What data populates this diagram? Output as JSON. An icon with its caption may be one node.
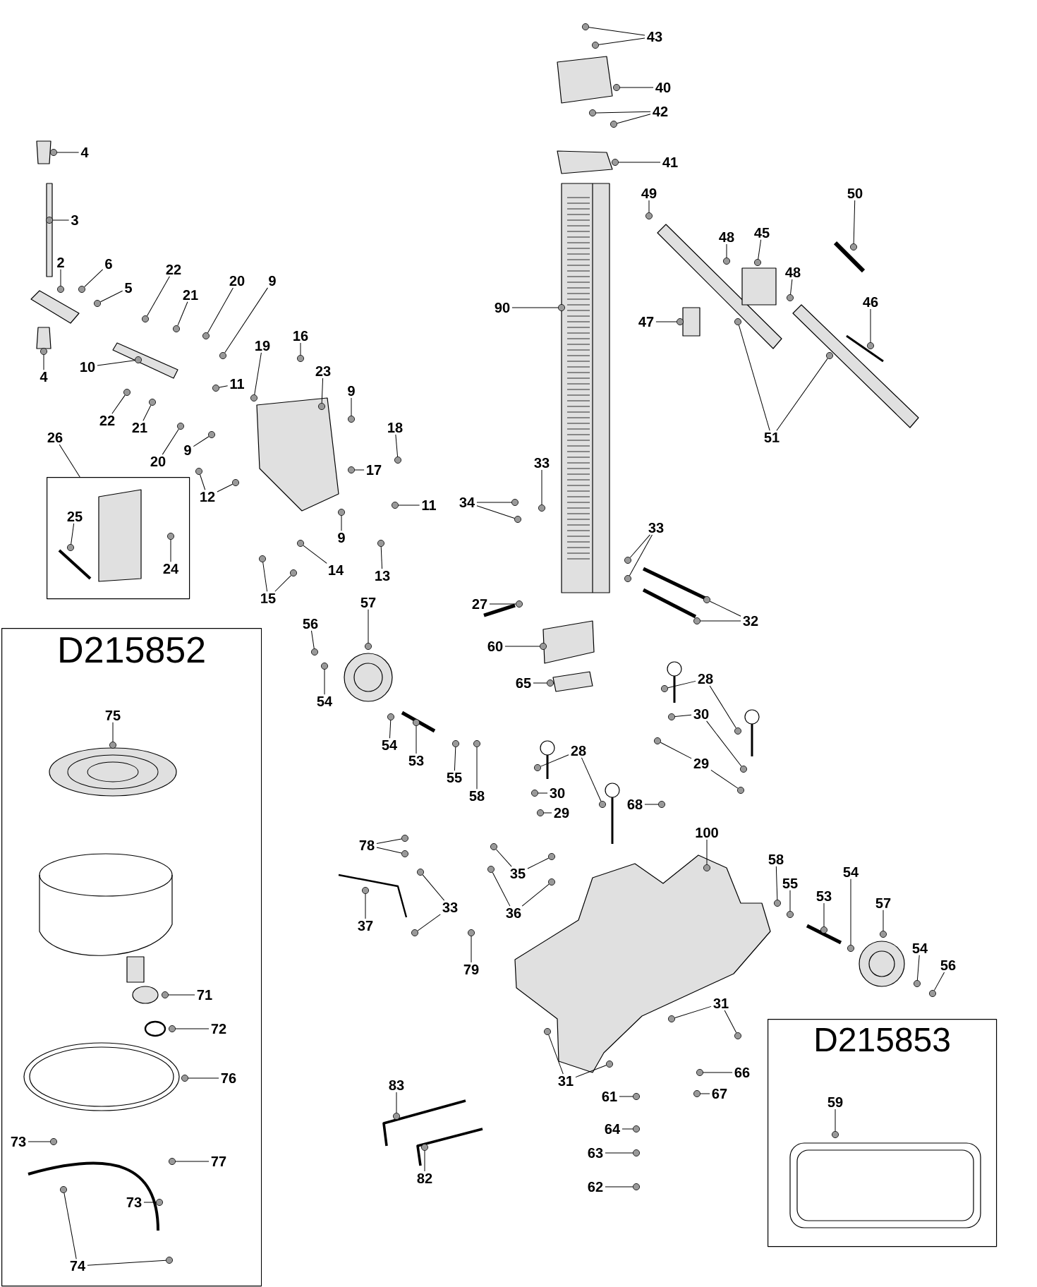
{
  "diagram": {
    "nodes": [
      {
        "text": [
          "D215852"
        ]
      },
      {
        "text": [
          "D215853"
        ]
      },
      {
        "text": [],
        "shape": "box"
      },
      {
        "text": [
          "4"
        ]
      },
      {
        "text": [
          "3"
        ]
      },
      {
        "text": [
          "2"
        ]
      },
      {
        "text": [
          "6"
        ]
      },
      {
        "text": [
          "5"
        ]
      },
      {
        "text": [
          "4"
        ]
      },
      {
        "text": [
          "22"
        ]
      },
      {
        "text": [
          "21"
        ]
      },
      {
        "text": [
          "20"
        ]
      },
      {
        "text": [
          "9"
        ]
      },
      {
        "text": [
          "10"
        ]
      },
      {
        "text": [
          "19"
        ]
      },
      {
        "text": [
          "16"
        ]
      },
      {
        "text": [
          "23"
        ]
      },
      {
        "text": [
          "11"
        ]
      },
      {
        "text": [
          "22"
        ]
      },
      {
        "text": [
          "21"
        ]
      },
      {
        "text": [
          "20"
        ]
      },
      {
        "text": [
          "9"
        ]
      },
      {
        "text": [
          "9"
        ]
      },
      {
        "text": [
          "18"
        ]
      },
      {
        "text": [
          "17"
        ]
      },
      {
        "text": [
          "11"
        ]
      },
      {
        "text": [
          "9"
        ]
      },
      {
        "text": [
          "12"
        ]
      },
      {
        "text": [
          "26"
        ]
      },
      {
        "text": [
          "25"
        ],
        "in": 2
      },
      {
        "text": [
          "24"
        ],
        "in": 2
      },
      {
        "text": [
          "14"
        ]
      },
      {
        "text": [
          "13"
        ]
      },
      {
        "text": [
          "15"
        ]
      },
      {
        "text": [
          "34"
        ]
      },
      {
        "text": [
          "33"
        ]
      },
      {
        "text": [
          "27"
        ]
      },
      {
        "text": [
          "90"
        ]
      },
      {
        "text": [
          "43"
        ]
      },
      {
        "text": [
          "40"
        ]
      },
      {
        "text": [
          "42"
        ]
      },
      {
        "text": [
          "41"
        ]
      },
      {
        "text": [
          "49"
        ]
      },
      {
        "text": [
          "50"
        ]
      },
      {
        "text": [
          "48"
        ]
      },
      {
        "text": [
          "45"
        ]
      },
      {
        "text": [
          "48"
        ]
      },
      {
        "text": [
          "46"
        ]
      },
      {
        "text": [
          "47"
        ]
      },
      {
        "text": [
          "51"
        ]
      },
      {
        "text": [
          "33"
        ]
      },
      {
        "text": [
          "32"
        ]
      },
      {
        "text": [
          "57"
        ]
      },
      {
        "text": [
          "56"
        ]
      },
      {
        "text": [
          "54"
        ]
      },
      {
        "text": [
          "54"
        ]
      },
      {
        "text": [
          "53"
        ]
      },
      {
        "text": [
          "55"
        ]
      },
      {
        "text": [
          "58"
        ]
      },
      {
        "text": [
          "60"
        ]
      },
      {
        "text": [
          "65"
        ]
      },
      {
        "text": [
          "28"
        ]
      },
      {
        "text": [
          "30"
        ]
      },
      {
        "text": [
          "29"
        ]
      },
      {
        "text": [
          "28"
        ]
      },
      {
        "text": [
          "30"
        ]
      },
      {
        "text": [
          "29"
        ]
      },
      {
        "text": [
          "68"
        ]
      },
      {
        "text": [
          "100"
        ]
      },
      {
        "text": [
          "78"
        ]
      },
      {
        "text": [
          "35"
        ]
      },
      {
        "text": [
          "36"
        ]
      },
      {
        "text": [
          "33"
        ]
      },
      {
        "text": [
          "37"
        ]
      },
      {
        "text": [
          "79"
        ]
      },
      {
        "text": [
          "58"
        ]
      },
      {
        "text": [
          "55"
        ]
      },
      {
        "text": [
          "53"
        ]
      },
      {
        "text": [
          "54"
        ]
      },
      {
        "text": [
          "57"
        ]
      },
      {
        "text": [
          "54"
        ]
      },
      {
        "text": [
          "56"
        ]
      },
      {
        "text": [
          "31"
        ]
      },
      {
        "text": [
          "31"
        ]
      },
      {
        "text": [
          "66"
        ]
      },
      {
        "text": [
          "67"
        ]
      },
      {
        "text": [
          "61"
        ]
      },
      {
        "text": [
          "64"
        ]
      },
      {
        "text": [
          "63"
        ]
      },
      {
        "text": [
          "62"
        ]
      },
      {
        "text": [
          "83"
        ]
      },
      {
        "text": [
          "82"
        ]
      },
      {
        "text": [
          "59"
        ],
        "in": 1
      },
      {
        "text": [
          "75"
        ],
        "in": 0
      },
      {
        "text": [
          "71"
        ],
        "in": 0
      },
      {
        "text": [
          "72"
        ],
        "in": 0
      },
      {
        "text": [
          "76"
        ],
        "in": 0
      },
      {
        "text": [
          "73"
        ],
        "in": 0
      },
      {
        "text": [
          "77"
        ],
        "in": 0
      },
      {
        "text": [
          "73"
        ],
        "in": 0
      },
      {
        "text": [
          "74"
        ],
        "in": 0
      },
      {
        "text": [],
        "shape": "circle"
      },
      {
        "text": [],
        "shape": "circle"
      },
      {
        "text": [],
        "shape": "circle"
      },
      {
        "text": [],
        "shape": "circle"
      },
      {
        "text": [],
        "shape": "circle"
      },
      {
        "text": [],
        "shape": "circle"
      },
      {
        "text": [],
        "shape": "circle"
      },
      {
        "text": [],
        "shape": "circle"
      },
      {
        "text": [],
        "shape": "circle"
      },
      {
        "text": [],
        "shape": "circle"
      },
      {
        "text": [],
        "shape": "circle"
      },
      {
        "text": [],
        "shape": "circle"
      },
      {
        "text": [],
        "shape": "circle"
      },
      {
        "text": [],
        "shape": "circle"
      },
      {
        "text": [],
        "shape": "circle"
      },
      {
        "text": [],
        "shape": "circle"
      },
      {
        "text": [],
        "shape": "circle"
      },
      {
        "text": [],
        "shape": "circle"
      },
      {
        "text": [],
        "shape": "circle"
      },
      {
        "text": [],
        "shape": "circle"
      },
      {
        "text": [],
        "shape": "circle"
      },
      {
        "text": [],
        "shape": "circle"
      },
      {
        "text": [],
        "shape": "circle"
      },
      {
        "text": [],
        "shape": "circle"
      },
      {
        "text": [],
        "shape": "circle"
      },
      {
        "text": [],
        "shape": "circle"
      },
      {
        "text": [],
        "shape": "circle",
        "in": 2
      },
      {
        "text": [],
        "shape": "circle",
        "in": 2
      },
      {
        "text": [],
        "shape": "circle"
      },
      {
        "text": [],
        "shape": "circle"
      },
      {
        "text": [],
        "shape": "circle"
      },
      {
        "text": [],
        "shape": "circle"
      },
      {
        "text": [],
        "shape": "circle"
      },
      {
        "text": [],
        "shape": "circle"
      },
      {
        "text": [],
        "shape": "circle"
      },
      {
        "text": [],
        "shape": "circle"
      },
      {
        "text": [],
        "shape": "circle"
      },
      {
        "text": [],
        "shape": "circle"
      },
      {
        "text": [],
        "shape": "circle"
      },
      {
        "text": [],
        "shape": "circle"
      },
      {
        "text": [],
        "shape": "circle"
      },
      {
        "text": [],
        "shape": "circle"
      },
      {
        "text": [],
        "shape": "circle"
      },
      {
        "text": [],
        "shape": "circle"
      },
      {
        "text": [],
        "shape": "circle"
      },
      {
        "text": [],
        "shape": "circle"
      },
      {
        "text": [],
        "shape": "circle"
      },
      {
        "text": [],
        "shape": "circle"
      },
      {
        "text": [],
        "shape": "circle"
      },
      {
        "text": [],
        "shape": "circle"
      },
      {
        "text": [],
        "shape": "circle"
      },
      {
        "text": [],
        "shape": "circle"
      },
      {
        "text": [],
        "shape": "circle"
      },
      {
        "text": [],
        "shape": "circle"
      },
      {
        "text": [],
        "shape": "circle"
      },
      {
        "text": [],
        "shape": "circle"
      },
      {
        "text": [],
        "shape": "circle"
      },
      {
        "text": [],
        "shape": "circle"
      },
      {
        "text": [],
        "shape": "circle"
      },
      {
        "text": [],
        "shape": "circle"
      },
      {
        "text": [],
        "shape": "circle"
      },
      {
        "text": [],
        "shape": "circle"
      },
      {
        "text": [],
        "shape": "circle"
      },
      {
        "text": [],
        "shape": "circle"
      },
      {
        "text": [],
        "shape": "circle"
      },
      {
        "text": [],
        "shape": "circle"
      },
      {
        "text": [],
        "shape": "circle"
      },
      {
        "text": [],
        "shape": "circle"
      },
      {
        "text": [],
        "shape": "circle"
      },
      {
        "text": [],
        "shape": "circle"
      },
      {
        "text": [],
        "shape": "circle"
      },
      {
        "text": [],
        "shape": "circle"
      },
      {
        "text": [],
        "shape": "circle"
      },
      {
        "text": [],
        "shape": "circle"
      },
      {
        "text": [],
        "shape": "circle"
      },
      {
        "text": [],
        "shape": "circle"
      },
      {
        "text": [],
        "shape": "circle"
      },
      {
        "text": [],
        "shape": "circle"
      },
      {
        "text": [],
        "shape": "circle"
      },
      {
        "text": [],
        "shape": "circle"
      },
      {
        "text": [],
        "shape": "circle"
      },
      {
        "text": [],
        "shape": "circle"
      },
      {
        "text": [],
        "shape": "circle"
      },
      {
        "text": [],
        "shape": "circle"
      },
      {
        "text": [],
        "shape": "circle"
      },
      {
        "text": [],
        "shape": "circle"
      },
      {
        "text": [],
        "shape": "circle"
      },
      {
        "text": [],
        "shape": "circle"
      },
      {
        "text": [],
        "shape": "circle"
      },
      {
        "text": [],
        "shape": "circle"
      },
      {
        "text": [],
        "shape": "circle"
      },
      {
        "text": [],
        "shape": "circle"
      },
      {
        "text": [],
        "shape": "circle"
      },
      {
        "text": [],
        "shape": "circle"
      },
      {
        "text": [],
        "shape": "circle"
      },
      {
        "text": [],
        "shape": "circle"
      },
      {
        "text": [],
        "shape": "circle"
      },
      {
        "text": [],
        "shape": "circle"
      },
      {
        "text": [],
        "shape": "circle"
      },
      {
        "text": [],
        "shape": "circle"
      },
      {
        "text": [],
        "shape": "circle"
      },
      {
        "text": [],
        "shape": "circle"
      },
      {
        "text": [],
        "shape": "circle"
      },
      {
        "text": [],
        "shape": "circle"
      },
      {
        "text": [],
        "shape": "circle"
      },
      {
        "text": [],
        "shape": "circle"
      },
      {
        "text": [],
        "shape": "circle",
        "in": 1
      },
      {
        "text": [],
        "shape": "circle",
        "in": 0
      },
      {
        "text": [],
        "shape": "circle",
        "in": 0
      },
      {
        "text": [],
        "shape": "circle",
        "in": 0
      },
      {
        "text": [],
        "shape": "circle",
        "in": 0
      },
      {
        "text": [],
        "shape": "circle",
        "in": 0
      },
      {
        "text": [],
        "shape": "circle",
        "in": 0
      },
      {
        "text": [],
        "shape": "circle",
        "in": 0
      },
      {
        "text": [],
        "shape": "circle",
        "in": 0
      },
      {
        "text": [],
        "shape": "circle",
        "in": 0
      }
    ],
    "edges": [
      {
        "from": 3,
        "to": 101,
        "arrow": "none"
      },
      {
        "from": 4,
        "to": 102,
        "arrow": "none"
      },
      {
        "from": 5,
        "to": 103,
        "arrow": "none"
      },
      {
        "from": 6,
        "to": 104,
        "arrow": "none"
      },
      {
        "from": 7,
        "to": 105,
        "arrow": "none"
      },
      {
        "from": 8,
        "to": 106,
        "arrow": "none"
      },
      {
        "from": 9,
        "to": 107,
        "arrow": "none"
      },
      {
        "from": 10,
        "to": 108,
        "arrow": "none"
      },
      {
        "from": 11,
        "to": 109,
        "arrow": "none"
      },
      {
        "from": 12,
        "to": 110,
        "arrow": "none"
      },
      {
        "from": 13,
        "to": 111,
        "arrow": "none"
      },
      {
        "from": 14,
        "to": 112,
        "arrow": "none"
      },
      {
        "from": 15,
        "to": 113,
        "arrow": "none"
      },
      {
        "from": 16,
        "to": 114,
        "arrow": "none"
      },
      {
        "from": 17,
        "to": 115,
        "arrow": "none"
      },
      {
        "from": 18,
        "to": 116,
        "arrow": "none"
      },
      {
        "from": 19,
        "to": 117,
        "arrow": "none"
      },
      {
        "from": 20,
        "to": 118,
        "arrow": "none"
      },
      {
        "from": 21,
        "to": 119,
        "arrow": "none"
      },
      {
        "from": 22,
        "to": 120,
        "arrow": "none"
      },
      {
        "from": 23,
        "to": 121,
        "arrow": "none"
      },
      {
        "from": 24,
        "to": 122,
        "arrow": "none"
      },
      {
        "from": 25,
        "to": 123,
        "arrow": "none"
      },
      {
        "from": 26,
        "to": 124,
        "arrow": "none"
      },
      {
        "from": 27,
        "to": 125,
        "arrow": "none"
      },
      {
        "from": 27,
        "to": 126,
        "arrow": "none"
      },
      {
        "from": 28,
        "to": 2,
        "arrow": "none"
      },
      {
        "from": 29,
        "to": 127,
        "arrow": "none"
      },
      {
        "from": 30,
        "to": 128,
        "arrow": "none"
      },
      {
        "from": 31,
        "to": 129,
        "arrow": "none"
      },
      {
        "from": 32,
        "to": 130,
        "arrow": "none"
      },
      {
        "from": 33,
        "to": 131,
        "arrow": "none"
      },
      {
        "from": 33,
        "to": 132,
        "arrow": "none"
      },
      {
        "from": 34,
        "to": 133,
        "arrow": "none"
      },
      {
        "from": 34,
        "to": 134,
        "arrow": "none"
      },
      {
        "from": 35,
        "to": 135,
        "arrow": "none"
      },
      {
        "from": 36,
        "to": 136,
        "arrow": "none"
      },
      {
        "from": 37,
        "to": 137,
        "arrow": "none"
      },
      {
        "from": 38,
        "to": 138,
        "arrow": "none"
      },
      {
        "from": 38,
        "to": 139,
        "arrow": "none"
      },
      {
        "from": 39,
        "to": 140,
        "arrow": "none"
      },
      {
        "from": 40,
        "to": 141,
        "arrow": "none"
      },
      {
        "from": 40,
        "to": 142,
        "arrow": "none"
      },
      {
        "from": 41,
        "to": 143,
        "arrow": "none"
      },
      {
        "from": 42,
        "to": 144,
        "arrow": "none"
      },
      {
        "from": 43,
        "to": 145,
        "arrow": "none"
      },
      {
        "from": 44,
        "to": 146,
        "arrow": "none"
      },
      {
        "from": 45,
        "to": 147,
        "arrow": "none"
      },
      {
        "from": 46,
        "to": 148,
        "arrow": "none"
      },
      {
        "from": 47,
        "to": 149,
        "arrow": "none"
      },
      {
        "from": 48,
        "to": 150,
        "arrow": "none"
      },
      {
        "from": 49,
        "to": 151,
        "arrow": "none"
      },
      {
        "from": 49,
        "to": 152,
        "arrow": "none"
      },
      {
        "from": 50,
        "to": 153,
        "arrow": "none"
      },
      {
        "from": 50,
        "to": 154,
        "arrow": "none"
      },
      {
        "from": 51,
        "to": 155,
        "arrow": "none"
      },
      {
        "from": 51,
        "to": 156,
        "arrow": "none"
      },
      {
        "from": 52,
        "to": 157,
        "arrow": "none"
      },
      {
        "from": 53,
        "to": 158,
        "arrow": "none"
      },
      {
        "from": 54,
        "to": 159,
        "arrow": "none"
      },
      {
        "from": 55,
        "to": 160,
        "arrow": "none"
      },
      {
        "from": 56,
        "to": 161,
        "arrow": "none"
      },
      {
        "from": 57,
        "to": 162,
        "arrow": "none"
      },
      {
        "from": 58,
        "to": 163,
        "arrow": "none"
      },
      {
        "from": 59,
        "to": 164,
        "arrow": "none"
      },
      {
        "from": 60,
        "to": 165,
        "arrow": "none"
      },
      {
        "from": 61,
        "to": 166,
        "arrow": "none"
      },
      {
        "from": 61,
        "to": 167,
        "arrow": "none"
      },
      {
        "from": 62,
        "to": 168,
        "arrow": "none"
      },
      {
        "from": 62,
        "to": 169,
        "arrow": "none"
      },
      {
        "from": 63,
        "to": 170,
        "arrow": "none"
      },
      {
        "from": 63,
        "to": 171,
        "arrow": "none"
      },
      {
        "from": 64,
        "to": 172,
        "arrow": "none"
      },
      {
        "from": 64,
        "to": 173,
        "arrow": "none"
      },
      {
        "from": 65,
        "to": 174,
        "arrow": "none"
      },
      {
        "from": 66,
        "to": 175,
        "arrow": "none"
      },
      {
        "from": 67,
        "to": 176,
        "arrow": "none"
      },
      {
        "from": 68,
        "to": 177,
        "arrow": "none"
      },
      {
        "from": 69,
        "to": 178,
        "arrow": "none"
      },
      {
        "from": 69,
        "to": 179,
        "arrow": "none"
      },
      {
        "from": 70,
        "to": 180,
        "arrow": "none"
      },
      {
        "from": 70,
        "to": 181,
        "arrow": "none"
      },
      {
        "from": 71,
        "to": 182,
        "arrow": "none"
      },
      {
        "from": 71,
        "to": 183,
        "arrow": "none"
      },
      {
        "from": 72,
        "to": 184,
        "arrow": "none"
      },
      {
        "from": 72,
        "to": 185,
        "arrow": "none"
      },
      {
        "from": 73,
        "to": 186,
        "arrow": "none"
      },
      {
        "from": 74,
        "to": 187,
        "arrow": "none"
      },
      {
        "from": 75,
        "to": 188,
        "arrow": "none"
      },
      {
        "from": 76,
        "to": 189,
        "arrow": "none"
      },
      {
        "from": 77,
        "to": 190,
        "arrow": "none"
      },
      {
        "from": 78,
        "to": 191,
        "arrow": "none"
      },
      {
        "from": 79,
        "to": 192,
        "arrow": "none"
      },
      {
        "from": 80,
        "to": 193,
        "arrow": "none"
      },
      {
        "from": 81,
        "to": 194,
        "arrow": "none"
      },
      {
        "from": 82,
        "to": 195,
        "arrow": "none"
      },
      {
        "from": 82,
        "to": 196,
        "arrow": "none"
      },
      {
        "from": 83,
        "to": 197,
        "arrow": "none"
      },
      {
        "from": 83,
        "to": 198,
        "arrow": "none"
      },
      {
        "from": 84,
        "to": 199,
        "arrow": "none"
      },
      {
        "from": 85,
        "to": 200,
        "arrow": "none"
      },
      {
        "from": 86,
        "to": 201,
        "arrow": "none"
      },
      {
        "from": 87,
        "to": 202,
        "arrow": "none"
      },
      {
        "from": 88,
        "to": 203,
        "arrow": "none"
      },
      {
        "from": 89,
        "to": 204,
        "arrow": "none"
      },
      {
        "from": 90,
        "to": 205,
        "arrow": "none"
      },
      {
        "from": 91,
        "to": 206,
        "arrow": "none"
      },
      {
        "from": 92,
        "to": 207,
        "arrow": "none"
      },
      {
        "from": 93,
        "to": 208,
        "arrow": "none"
      },
      {
        "from": 94,
        "to": 209,
        "arrow": "none"
      },
      {
        "from": 95,
        "to": 210,
        "arrow": "none"
      },
      {
        "from": 96,
        "to": 211,
        "arrow": "none"
      },
      {
        "from": 97,
        "to": 212,
        "arrow": "none"
      },
      {
        "from": 98,
        "to": 213,
        "arrow": "none"
      },
      {
        "from": 99,
        "to": 214,
        "arrow": "none"
      },
      {
        "from": 100,
        "to": 215,
        "arrow": "none"
      },
      {
        "from": 100,
        "to": 216,
        "arrow": "none"
      }
    ]
  }
}
